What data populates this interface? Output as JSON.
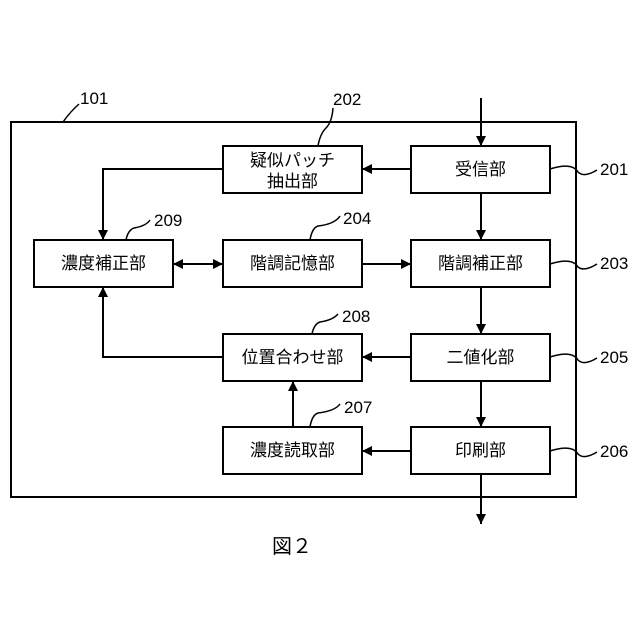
{
  "figure_caption": "図２",
  "container": {
    "ref": "101"
  },
  "blocks": {
    "receiver": {
      "label": "受信部",
      "ref": "201"
    },
    "pseudo_patch": {
      "label_line1": "疑似パッチ",
      "label_line2": "抽出部",
      "ref": "202"
    },
    "gradation_correction": {
      "label": "階調補正部",
      "ref": "203"
    },
    "gradation_storage": {
      "label": "階調記憶部",
      "ref": "204"
    },
    "binarization": {
      "label": "二値化部",
      "ref": "205"
    },
    "printing": {
      "label": "印刷部",
      "ref": "206"
    },
    "density_reading": {
      "label": "濃度読取部",
      "ref": "207"
    },
    "alignment": {
      "label": "位置合わせ部",
      "ref": "208"
    },
    "density_correction": {
      "label": "濃度補正部",
      "ref": "209"
    }
  }
}
